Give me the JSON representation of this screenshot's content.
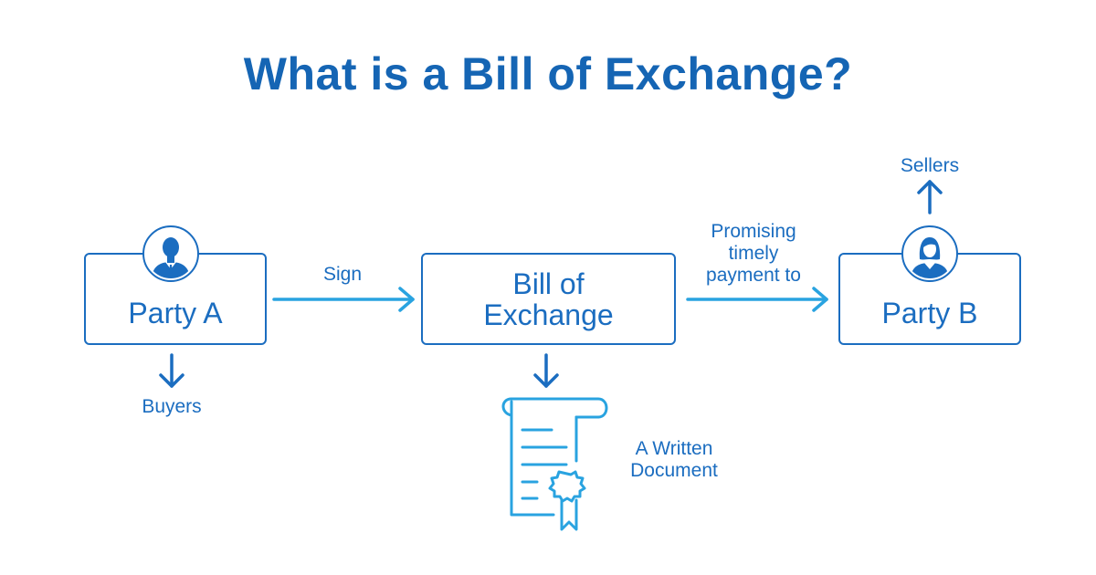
{
  "title": "What is a Bill of Exchange?",
  "nodes": {
    "party_a": "Party A",
    "bill": "Bill of\nExchange",
    "party_b": "Party B"
  },
  "edges": {
    "sign": "Sign",
    "promise": "Promising\ntimely\npayment to"
  },
  "notes": {
    "buyers": "Buyers",
    "sellers": "Sellers",
    "document": "A Written\nDocument"
  },
  "icons": {
    "party_a": "male-user-icon",
    "party_b": "female-user-icon",
    "document": "certificate-scroll-icon"
  },
  "colors": {
    "dark_blue": "#1b6dc0",
    "title_blue": "#1565b4",
    "light_blue": "#29a3e0"
  }
}
